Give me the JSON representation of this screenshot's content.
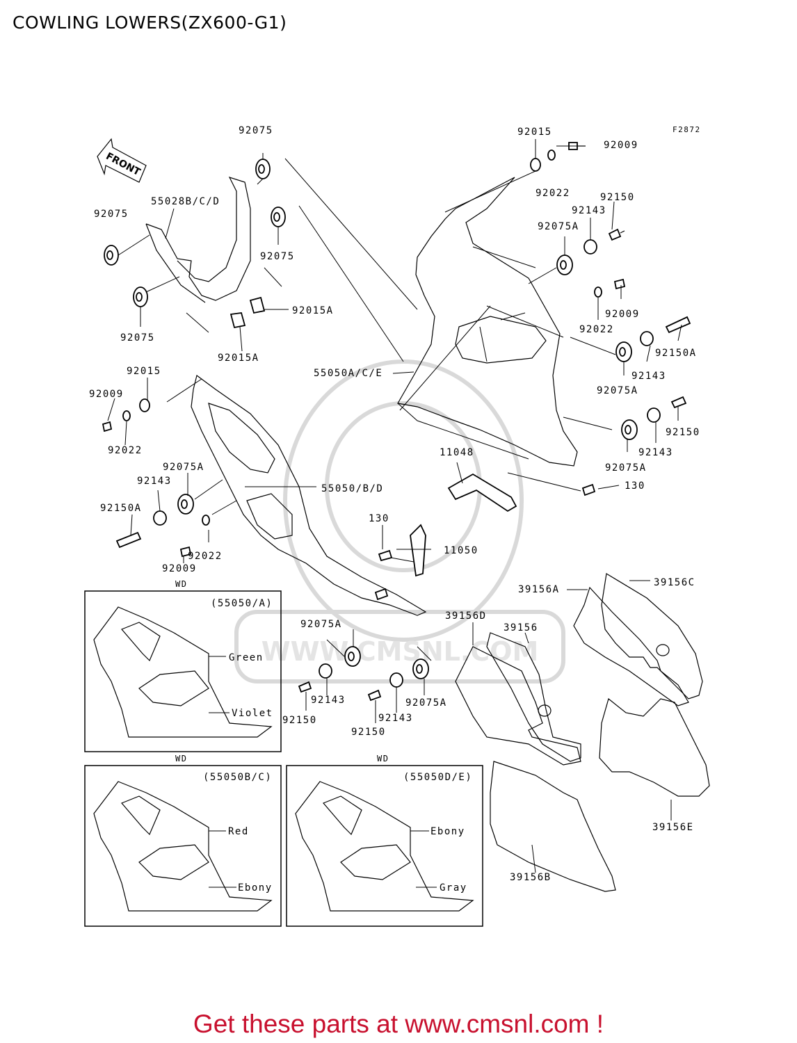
{
  "title": "COWLING LOWERS(ZX600-G1)",
  "figure_code": "F2872",
  "front_label": "FRONT",
  "footer": "Get these parts at www.cmsnl.com !",
  "watermark_text": "WWW.CMSNL.COM",
  "colors": {
    "footer": "#c8102e",
    "ink": "#000000",
    "watermark": "#d9d9d9"
  },
  "parts": {
    "p92075_top": "92075",
    "p55028": "55028B/C/D",
    "p92075_left": "92075",
    "p92075_mid": "92075",
    "p92015A_a": "92015A",
    "p92075_low": "92075",
    "p92015A_b": "92015A",
    "p92015_r": "92015",
    "p92009_r1": "92009",
    "p92022_r1": "92022",
    "p92150_r1": "92150",
    "p92143_r1": "92143",
    "p92075A_r1": "92075A",
    "p92009_r2": "92009",
    "p92022_r2": "92022",
    "p92150A_r": "92150A",
    "p92143_r2": "92143",
    "p92075A_r2": "92075A",
    "p55050ACE": "55050A/C/E",
    "p92150_r3": "92150",
    "p92143_r3": "92143",
    "p92075A_r3": "92075A",
    "p11048": "11048",
    "p130_r": "130",
    "p92015_l": "92015",
    "p92009_l1": "92009",
    "p92022_l1": "92022",
    "p92075A_l": "92075A",
    "p92143_l": "92143",
    "p55050BD": "55050/B/D",
    "p92150A_l": "92150A",
    "p92009_l2": "92009",
    "p92022_l2": "92022",
    "p130_c": "130",
    "p11050": "11050",
    "p92075A_c1": "92075A",
    "p92150_c1": "92150",
    "p92143_c1": "92143",
    "p92150_c2": "92150",
    "p92143_c2": "92143",
    "p92075A_c2": "92075A",
    "p39156A": "39156A",
    "p39156C": "39156C",
    "p39156D": "39156D",
    "p39156": "39156",
    "p39156E": "39156E",
    "p39156B": "39156B"
  },
  "insets": [
    {
      "wd": "WD",
      "code": "(55050/A)",
      "upper": "Green",
      "lower": "Violet"
    },
    {
      "wd": "WD",
      "code": "(55050B/C)",
      "upper": "Red",
      "lower": "Ebony"
    },
    {
      "wd": "WD",
      "code": "(55050D/E)",
      "upper": "Ebony",
      "lower": "Gray"
    }
  ]
}
